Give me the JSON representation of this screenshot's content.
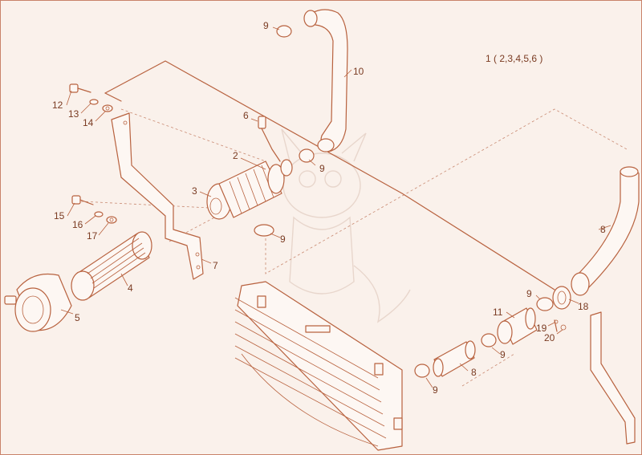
{
  "diagram": {
    "assembly_note": "1 ( 2,3,4,5,6 )",
    "callouts": {
      "c2": "2",
      "c3": "3",
      "c4": "4",
      "c5": "5",
      "c6": "6",
      "c7": "7",
      "c8a": "8",
      "c8b": "8",
      "c9a": "9",
      "c9b": "9",
      "c9c": "9",
      "c9d": "9",
      "c9e": "9",
      "c9f": "9",
      "c10": "10",
      "c11": "11",
      "c12": "12",
      "c13": "13",
      "c14": "14",
      "c15": "15",
      "c16": "16",
      "c17": "17",
      "c18": "18",
      "c19": "19",
      "c20": "20"
    },
    "colors": {
      "line": "#b8623f",
      "background": "#faf1eb",
      "text": "#7a3b22"
    }
  }
}
